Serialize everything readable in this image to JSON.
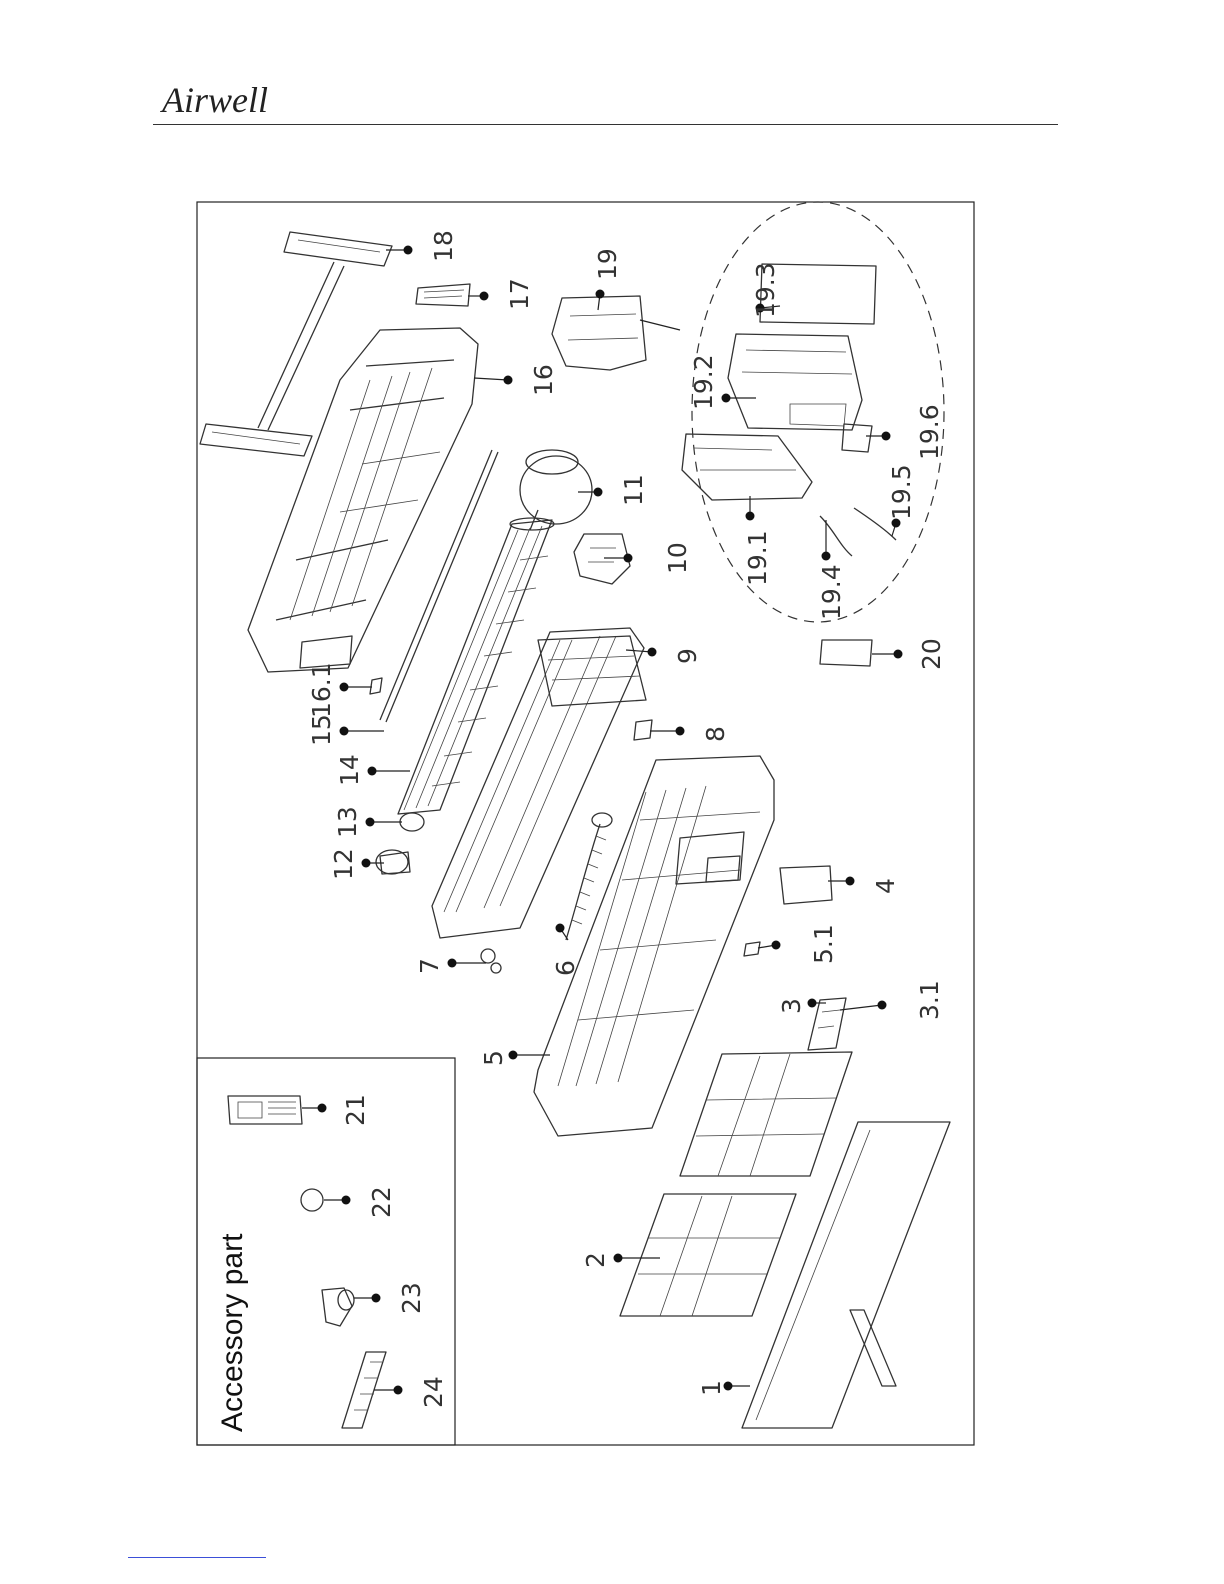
{
  "brand": {
    "logo_text": "Airwell"
  },
  "accessory_box": {
    "title": "Accessory part"
  },
  "callouts": [
    {
      "id": "c1",
      "label": "1"
    },
    {
      "id": "c2",
      "label": "2"
    },
    {
      "id": "c3",
      "label": "3"
    },
    {
      "id": "c3_1",
      "label": "3.1"
    },
    {
      "id": "c4",
      "label": "4"
    },
    {
      "id": "c5",
      "label": "5"
    },
    {
      "id": "c5_1",
      "label": "5.1"
    },
    {
      "id": "c6",
      "label": "6"
    },
    {
      "id": "c7",
      "label": "7"
    },
    {
      "id": "c8",
      "label": "8"
    },
    {
      "id": "c9",
      "label": "9"
    },
    {
      "id": "c10",
      "label": "10"
    },
    {
      "id": "c11",
      "label": "11"
    },
    {
      "id": "c12",
      "label": "12"
    },
    {
      "id": "c13",
      "label": "13"
    },
    {
      "id": "c14",
      "label": "14"
    },
    {
      "id": "c15",
      "label": "15"
    },
    {
      "id": "c16",
      "label": "16"
    },
    {
      "id": "c16_1",
      "label": "16.1"
    },
    {
      "id": "c17",
      "label": "17"
    },
    {
      "id": "c18",
      "label": "18"
    },
    {
      "id": "c19",
      "label": "19"
    },
    {
      "id": "c19_1",
      "label": "19.1"
    },
    {
      "id": "c19_2",
      "label": "19.2"
    },
    {
      "id": "c19_3",
      "label": "19.3"
    },
    {
      "id": "c19_4",
      "label": "19.4"
    },
    {
      "id": "c19_5",
      "label": "19.5"
    },
    {
      "id": "c19_6",
      "label": "19.6"
    },
    {
      "id": "c20",
      "label": "20"
    },
    {
      "id": "c21",
      "label": "21"
    },
    {
      "id": "c22",
      "label": "22"
    },
    {
      "id": "c23",
      "label": "23"
    },
    {
      "id": "c24",
      "label": "24"
    }
  ]
}
